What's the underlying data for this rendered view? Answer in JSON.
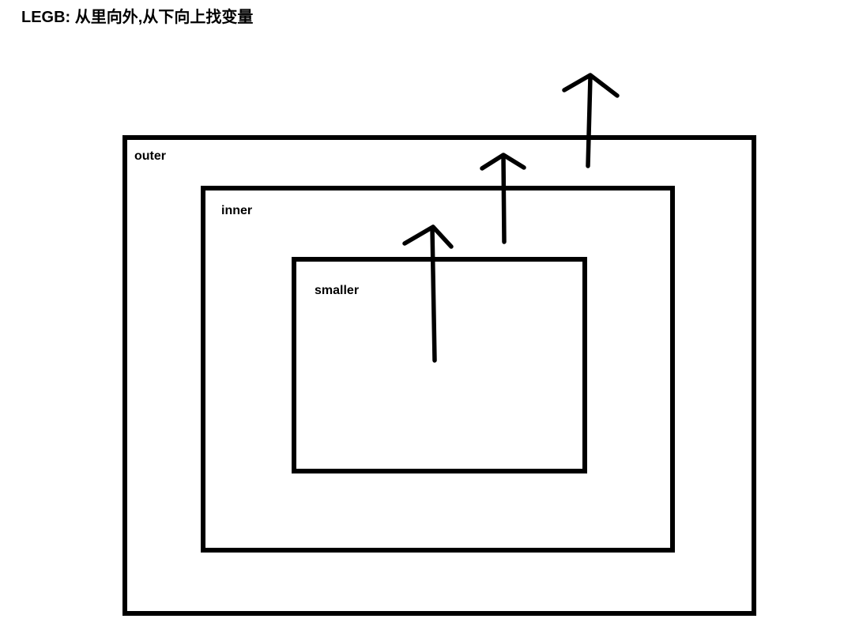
{
  "title": "LEGB: 从里向外,从下向上找变量",
  "colors": {
    "ink": "#000000",
    "background": "#ffffff"
  },
  "diagram": {
    "boxes": [
      {
        "id": "outer",
        "label": "outer"
      },
      {
        "id": "inner",
        "label": "inner"
      },
      {
        "id": "smaller",
        "label": "smaller"
      }
    ],
    "arrows": [
      {
        "from": "smaller",
        "direction": "up",
        "crosses": "smaller-top-edge"
      },
      {
        "from": "inner",
        "direction": "up",
        "crosses": "inner-top-edge"
      },
      {
        "from": "outer",
        "direction": "up",
        "crosses": "outer-top-edge"
      }
    ]
  }
}
